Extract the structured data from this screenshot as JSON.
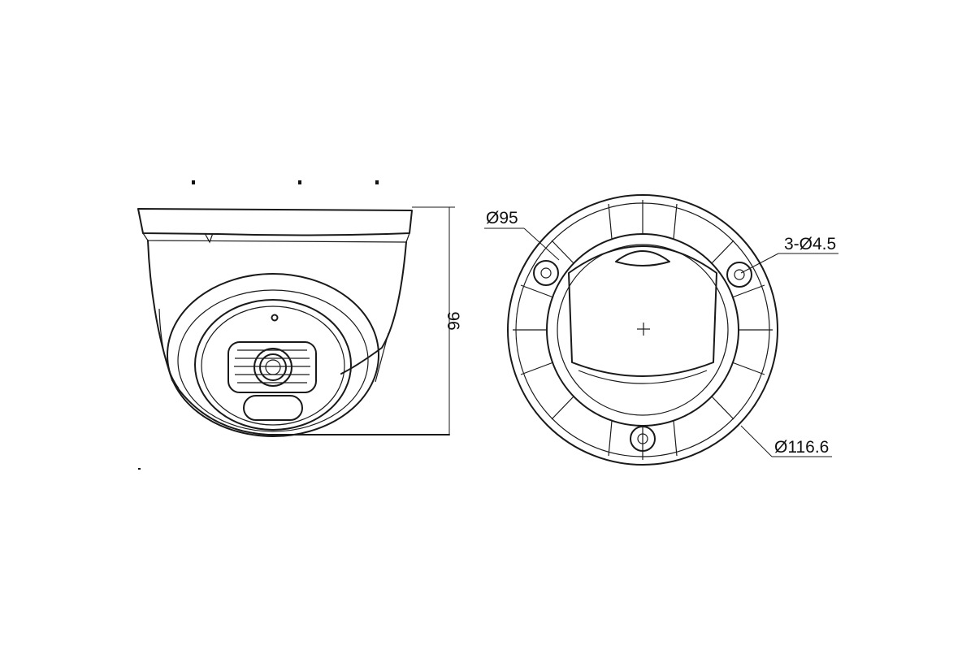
{
  "dimensions": {
    "height": "96",
    "inner_diameter": "Ø95",
    "mount_holes": "3-Ø4.5",
    "outer_diameter": "Ø116.6"
  },
  "colors": {
    "line": "#1a1a1a",
    "background": "#ffffff"
  }
}
